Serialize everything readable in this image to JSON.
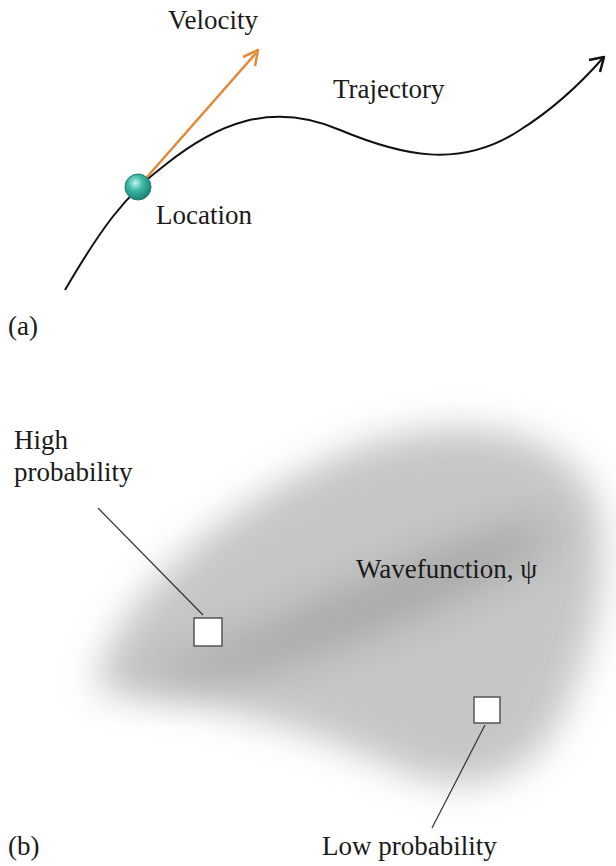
{
  "diagram": {
    "labels": [
      "Velocity",
      "Trajectory",
      "Location",
      "(a)",
      "High probability",
      "Wavefunction, ψ",
      "Low probability",
      "(b)"
    ]
  }
}
